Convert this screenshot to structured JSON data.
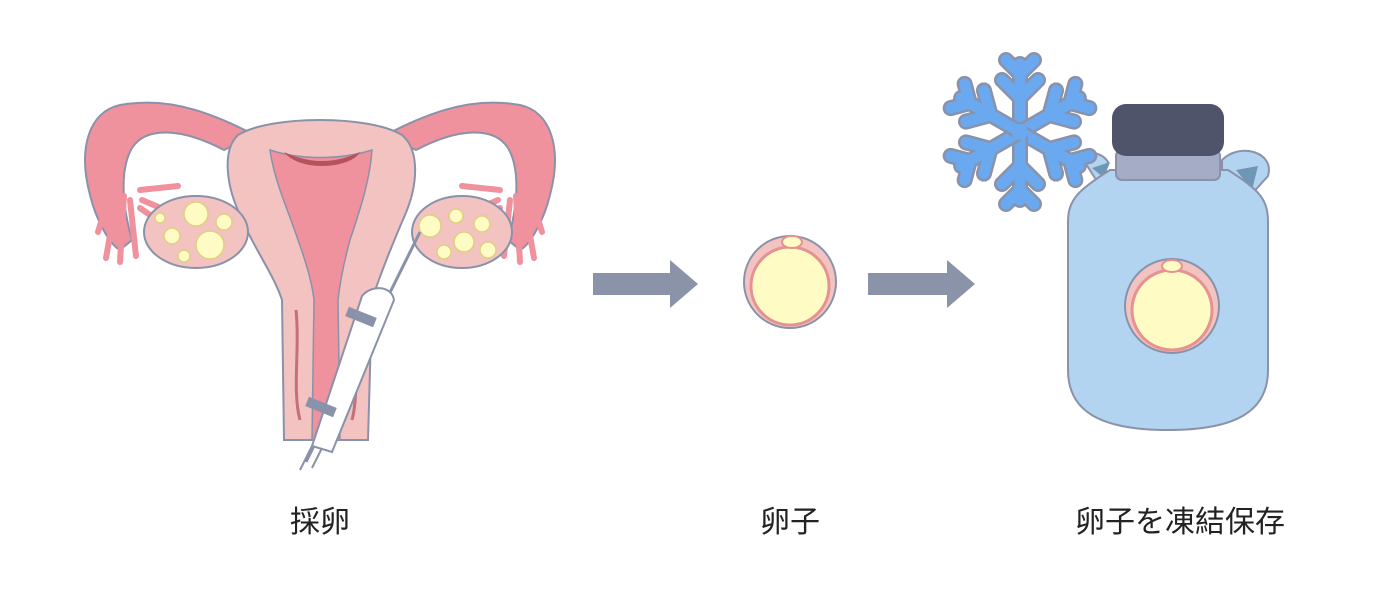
{
  "steps": [
    {
      "label": "採卵",
      "icon": "uterus-retrieval-icon"
    },
    {
      "label": "卵子",
      "icon": "egg-cell-icon"
    },
    {
      "label": "卵子を凍結保存",
      "icon": "cryo-tank-icon"
    }
  ],
  "colors": {
    "uterus_pink": "#f0919e",
    "uterus_light": "#f2c3c0",
    "outline": "#8a92aa",
    "egg_yellow": "#fefcc4",
    "egg_rim": "#e69290",
    "arrow": "#8a93a8",
    "tank_body": "#b3d4f0",
    "tank_lid": "#4f546b",
    "snowflake": "#6aa9ef"
  }
}
